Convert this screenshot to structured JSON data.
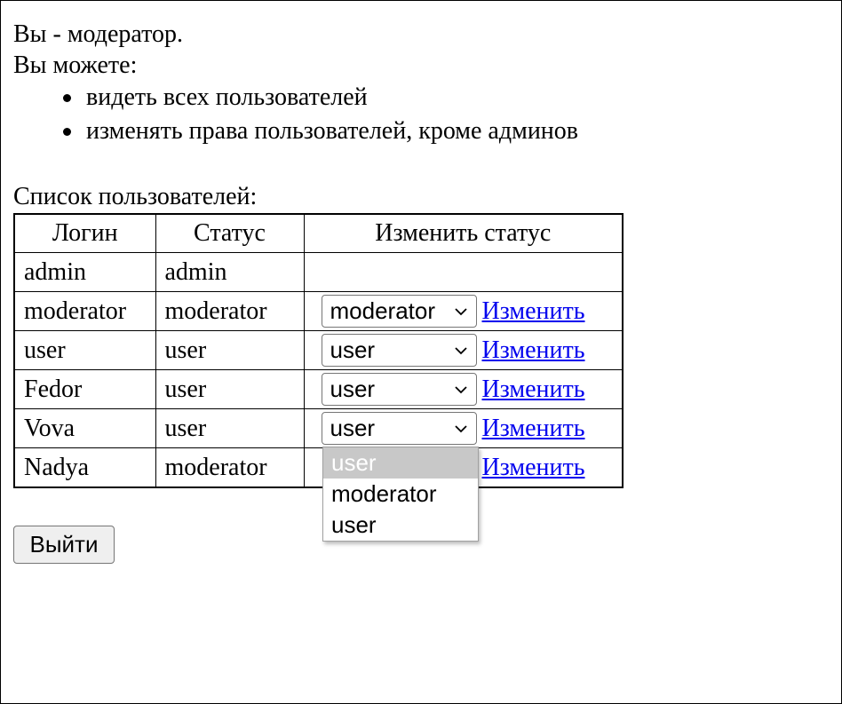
{
  "intro": {
    "role_line": "Вы - модератор.",
    "can_line": "Вы можете:",
    "permissions": [
      "видеть всех пользователей",
      "изменять права пользователей, кроме админов"
    ]
  },
  "users_heading": "Список пользователей:",
  "table": {
    "headers": [
      "Логин",
      "Статус",
      "Изменить статус"
    ],
    "rows": [
      {
        "login": "admin",
        "status": "admin",
        "select_value": "",
        "link": ""
      },
      {
        "login": "moderator",
        "status": "moderator",
        "select_value": "moderator",
        "link": "Изменить"
      },
      {
        "login": "user",
        "status": "user",
        "select_value": "user",
        "link": "Изменить"
      },
      {
        "login": "Fedor",
        "status": "user",
        "select_value": "user",
        "link": "Изменить"
      },
      {
        "login": "Vova",
        "status": "user",
        "select_value": "user",
        "link": "Изменить"
      },
      {
        "login": "Nadya",
        "status": "moderator",
        "select_value": "",
        "link": "Изменить"
      }
    ]
  },
  "dropdown": {
    "options": [
      "user",
      "moderator",
      "user"
    ],
    "highlighted_index": 0
  },
  "logout_label": "Выйти",
  "colors": {
    "link": "#0000ee",
    "dropdown_highlight": "#c8c8c8"
  },
  "icons": {
    "select_arrow": "chevron-down-icon"
  }
}
